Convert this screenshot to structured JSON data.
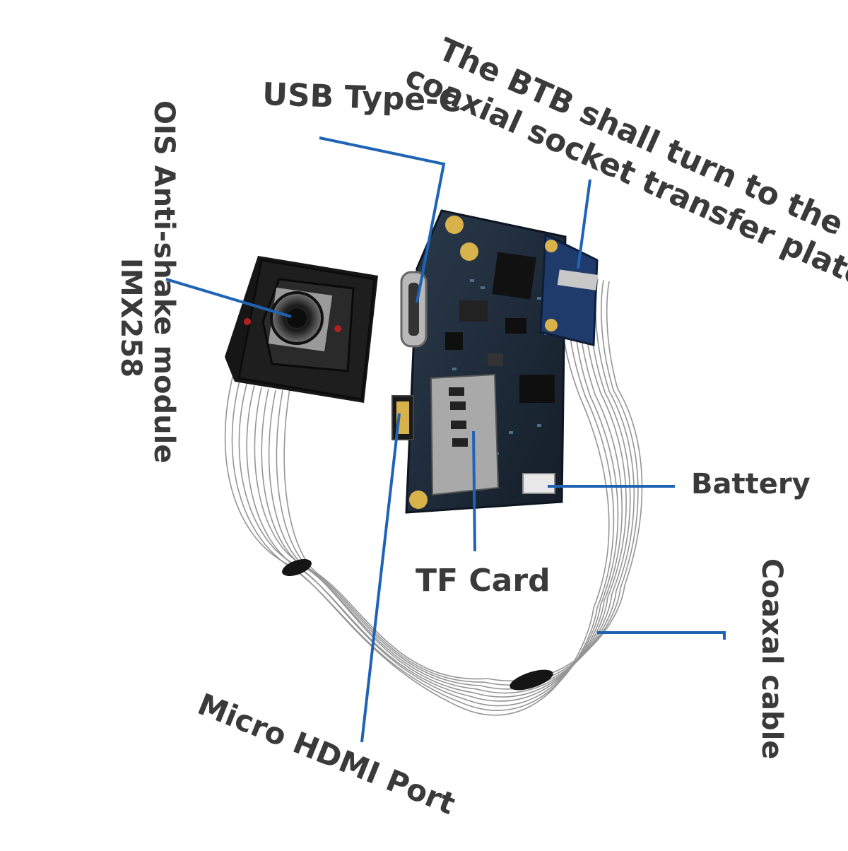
{
  "labels": {
    "usb": "USB Type-C",
    "btb_line1": "The BTB shall turn to the",
    "btb_line2": "coaxial socket transfer plate",
    "ois": "OIS Anti-shake module",
    "sensor": "IMX258",
    "battery": "Battery",
    "tf_card": "TF Card",
    "coaxial_cable": "Coaxal cable",
    "hdmi": "Micro HDMI Port"
  },
  "colors": {
    "leader_line": "#1f63b5",
    "label_text": "#3a3a3a",
    "pcb": "#1d2a38",
    "module_body": "#1b1b1b",
    "gold_pad": "#d8b24a",
    "cable": "#8a8a8a"
  }
}
